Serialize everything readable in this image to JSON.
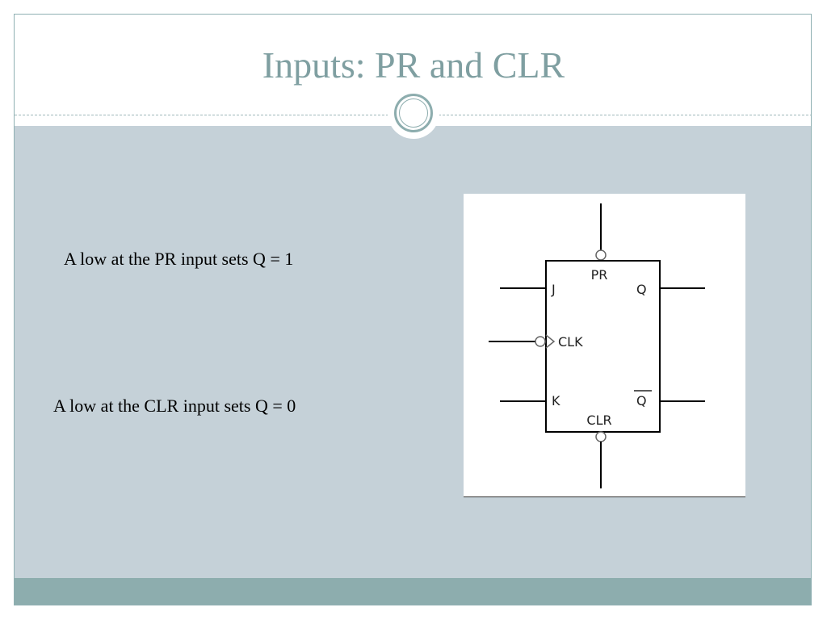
{
  "slide": {
    "title": "Inputs: PR and CLR",
    "bullets": [
      "A low at the PR input sets Q = 1",
      "A low at the CLR input sets Q = 0"
    ]
  },
  "diagram": {
    "labels": {
      "pr": "PR",
      "j": "J",
      "q": "Q",
      "clk": "CLK",
      "k": "K",
      "q_bar": "Q",
      "clr": "CLR"
    }
  },
  "colors": {
    "title": "#7f9fa1",
    "content_background": "#c5d1d8",
    "footer": "#8dadae",
    "ornament": "#8dadae"
  }
}
